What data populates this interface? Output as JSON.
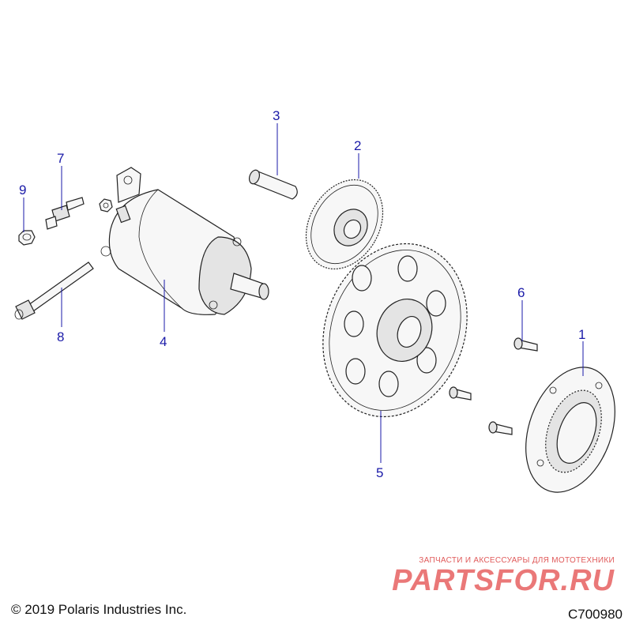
{
  "callouts": [
    {
      "id": "1",
      "label": "1"
    },
    {
      "id": "2",
      "label": "2"
    },
    {
      "id": "3",
      "label": "3"
    },
    {
      "id": "4",
      "label": "4"
    },
    {
      "id": "5",
      "label": "5"
    },
    {
      "id": "6",
      "label": "6"
    },
    {
      "id": "7",
      "label": "7"
    },
    {
      "id": "8",
      "label": "8"
    },
    {
      "id": "9",
      "label": "9"
    }
  ],
  "footer": {
    "copyright": "© 2019 Polaris Industries Inc.",
    "diagram_code": "C700980"
  },
  "watermark": {
    "tagline": "ЗАПЧАСТИ И АКСЕССУАРЫ ДЛЯ МОТОТЕХНИКИ",
    "logo": "PARTSFOR.RU"
  },
  "colors": {
    "callout": "#1a1aa8",
    "watermark": "#e86a6a"
  }
}
